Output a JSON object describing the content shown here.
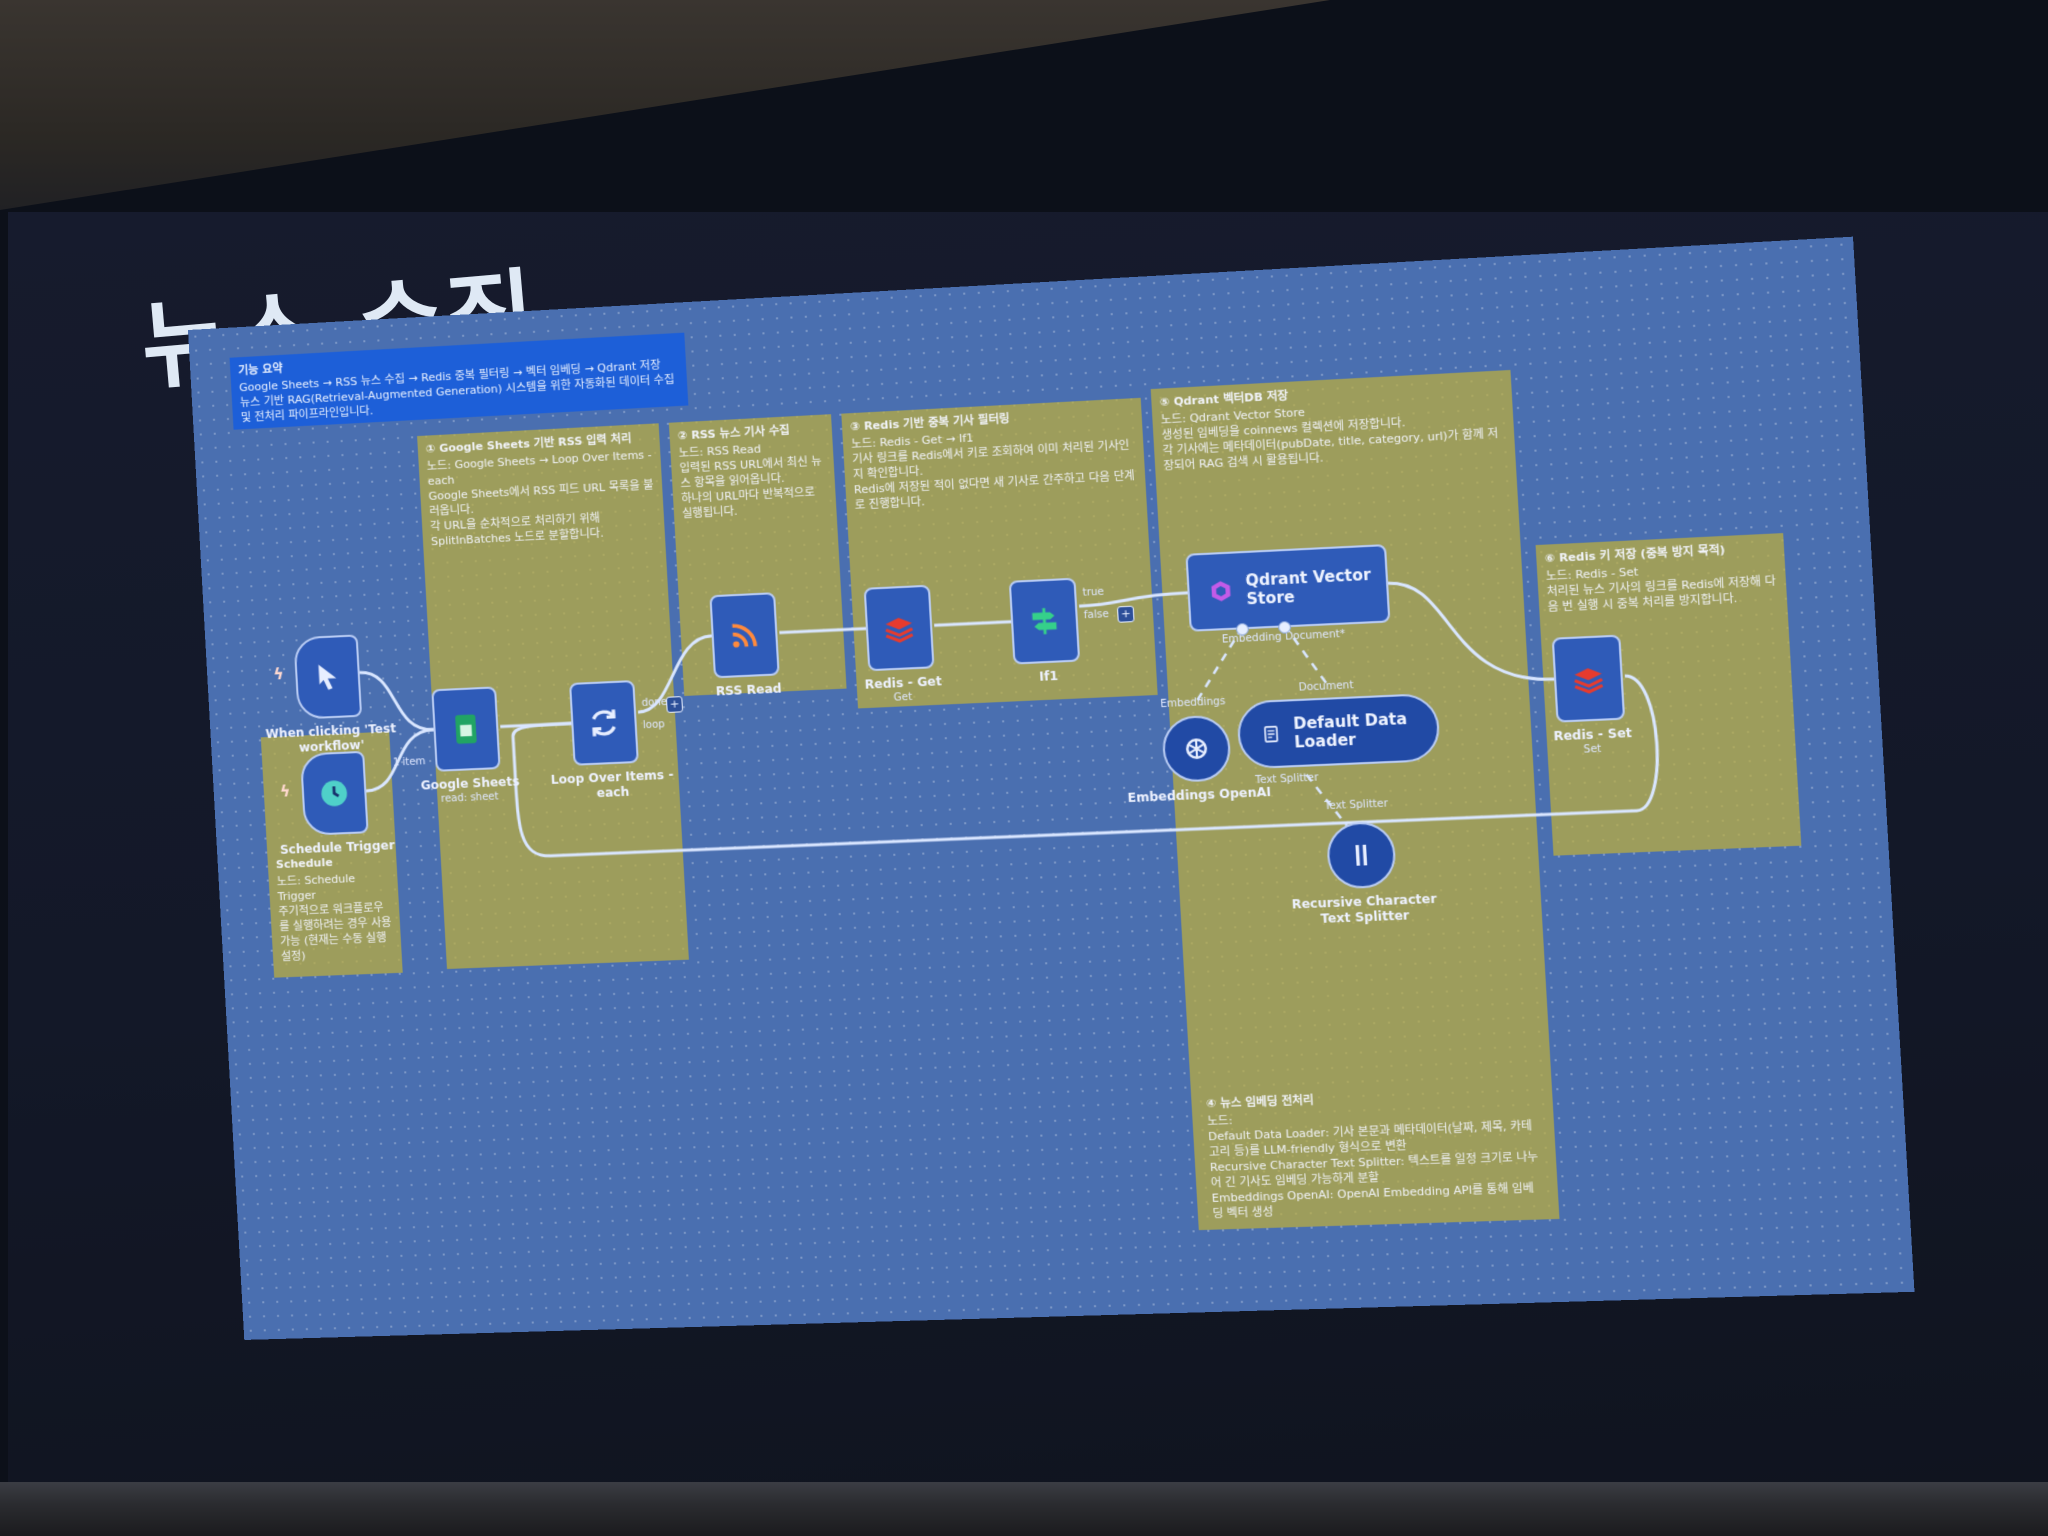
{
  "slide": {
    "title": "뉴스 수집"
  },
  "notes": {
    "summary": {
      "title": "기능 요약",
      "lines": [
        "Google Sheets → RSS 뉴스 수집 → Redis 중복 필터링 → 벡터 임베딩 → Qdrant 저장",
        "뉴스 기반 RAG(Retrieval-Augmented Generation) 시스템을 위한 자동화된 데이터 수집 및 전처리 파이프라인입니다."
      ]
    },
    "step1": {
      "title": "① Google Sheets 기반 RSS 입력 처리",
      "lines": [
        "노드: Google Sheets → Loop Over Items - each",
        "Google Sheets에서 RSS 피드 URL 목록을 불러옵니다.",
        "각 URL을 순차적으로 처리하기 위해 SplitInBatches 노드로 분할합니다."
      ]
    },
    "step2": {
      "title": "② RSS 뉴스 기사 수집",
      "lines": [
        "노드: RSS Read",
        "입력된 RSS URL에서 최신 뉴스 항목을 읽어옵니다.",
        "하나의 URL마다 반복적으로 실행됩니다."
      ]
    },
    "step3": {
      "title": "③ Redis 기반 중복 기사 필터링",
      "lines": [
        "노드: Redis - Get → If1",
        "기사 링크를 Redis에서 키로 조회하여 이미 처리된 기사인지 확인합니다.",
        "Redis에 저장된 적이 없다면 새 기사로 간주하고 다음 단계로 진행합니다."
      ]
    },
    "step5": {
      "title": "⑤ Qdrant 벡터DB 저장",
      "lines": [
        "노드: Qdrant Vector Store",
        "생성된 임베딩을 coinnews 컬렉션에 저장합니다.",
        "각 기사에는 메타데이터(pubDate, title, category, url)가 함께 저장되어 RAG 검색 시 활용됩니다."
      ]
    },
    "step6": {
      "title": "⑥ Redis 키 저장 (중복 방지 목적)",
      "lines": [
        "노드: Redis - Set",
        "처리된 뉴스 기사의 링크를 Redis에 저장해 다음 번 실행 시 중복 처리를 방지합니다."
      ]
    },
    "step4": {
      "title": "④ 뉴스 임베딩 전처리",
      "lines": [
        "노드:",
        "Default Data Loader: 기사 본문과 메타데이터(날짜, 제목, 카테고리 등)를 LLM-friendly 형식으로 변환",
        "Recursive Character Text Splitter: 텍스트를 일정 크기로 나누어 긴 기사도 임베딩 가능하게 분할",
        "Embeddings OpenAI: OpenAI Embedding API를 통해 임베딩 벡터 생성"
      ]
    },
    "schedule": {
      "title": "Schedule",
      "lines": [
        "노드: Schedule Trigger",
        "주기적으로 워크플로우를 실행하려는 경우 사용 가능 (현재는 수동 실행 설정)"
      ]
    }
  },
  "nodes": {
    "manual_trigger": {
      "label": "When clicking 'Test workflow'",
      "icon": "cursor-icon"
    },
    "schedule_trigger": {
      "label": "Schedule Trigger",
      "icon": "clock-icon"
    },
    "google_sheets": {
      "label": "Google Sheets",
      "sub": "read: sheet",
      "icon": "sheets-icon"
    },
    "loop": {
      "label": "Loop Over Items - each",
      "done": "done",
      "loop": "loop",
      "icon": "refresh-icon"
    },
    "rss_read": {
      "label": "RSS Read",
      "icon": "rss-icon"
    },
    "redis_get": {
      "label": "Redis - Get",
      "sub": "Get",
      "icon": "redis-icon"
    },
    "if1": {
      "label": "If1",
      "true": "true",
      "false": "false",
      "icon": "signpost-icon"
    },
    "qdrant": {
      "label": "Qdrant Vector Store",
      "ports": "Embedding   Document*",
      "icon": "qdrant-icon"
    },
    "data_loader": {
      "label": "Default Data Loader",
      "port": "Text Splitter",
      "icon": "document-icon"
    },
    "embeddings": {
      "label": "Embeddings OpenAI",
      "icon": "openai-icon"
    },
    "splitter": {
      "label": "Recursive Character Text Splitter",
      "icon": "splitter-icon"
    },
    "redis_set": {
      "label": "Redis - Set",
      "sub": "Set",
      "icon": "redis-icon"
    }
  },
  "edge_labels": {
    "item": "1 item",
    "embeddings": "Embeddings",
    "document": "Document",
    "text_splitter": "Text Splitter"
  },
  "colors": {
    "canvas": "#4a6fb0",
    "note": "#beaf3c",
    "node": "#2f5bb8",
    "summary_note": "#1d5fd8"
  }
}
